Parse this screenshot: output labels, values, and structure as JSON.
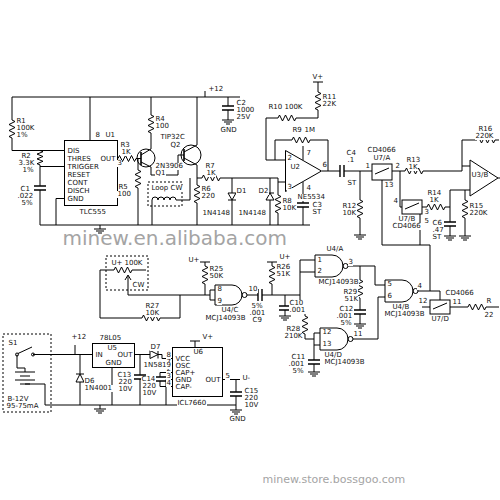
{
  "diagram": {
    "nodes": [
      {
        "text": [
          "8",
          "DIS",
          "THRES",
          "TRIGGER",
          "RESET",
          "CONT",
          "DISCH",
          "GND",
          "OUT",
          "U1",
          "TLC555"
        ]
      },
      {
        "text": [
          "U2",
          "NE5534"
        ]
      },
      {
        "text": [
          "U5",
          "78L05",
          "IN",
          "OUT",
          "GND"
        ]
      },
      {
        "text": [
          "U6",
          "VCC",
          "OSC",
          "CAP+",
          "GND",
          "CAP-",
          "OUT",
          "8",
          "7",
          "2",
          "3",
          "4",
          "5",
          "ICL7660"
        ]
      }
    ],
    "labels": [
      "R1",
      "100K",
      "1%",
      "R2",
      "3.3K",
      "1%",
      "C1",
      ".022",
      "5%",
      "3",
      "R3",
      "1K",
      "2N3906",
      "Q1",
      "R4",
      "100",
      "R5",
      "100",
      "TIP32C",
      "Q2",
      "+12",
      "C2",
      "1000",
      "25V",
      "GND",
      "Loop",
      "CW",
      "R6",
      "220",
      "R7",
      "1K",
      "D1",
      "1N4148",
      "D2",
      "1N4148",
      "V+",
      "R11",
      "22K",
      "R10",
      "100K",
      "R9",
      "1M",
      "2",
      "3",
      "7",
      "4",
      "6",
      "R8",
      "10K",
      "C3",
      "ST",
      "C4",
      ".1",
      "ST",
      "CD4066",
      "U7/A",
      "1",
      "2",
      "13",
      "R12",
      "10K",
      "R13",
      "1K",
      "U3/B",
      "R16",
      "220K",
      "4",
      "U7/B",
      "CD4066",
      "3",
      "5",
      "R14",
      "1K",
      "C6",
      ".47",
      "ST",
      "R15",
      "220K",
      "minew.en.alibaba.com",
      "U+",
      "100K",
      "CW",
      "U+",
      "R25",
      "50K",
      "8",
      "9",
      "10",
      "U4/C",
      "MCJ14093B",
      "R27",
      "10K",
      "5%",
      ".001",
      "C9",
      "U+",
      "R26",
      "51K",
      "C10",
      ".001",
      "1",
      "2",
      "3",
      "U4/A",
      "MCJ14093B",
      "R28",
      "210K",
      "12",
      "13",
      "11",
      "U4/D",
      "MCJ14093B",
      "C11",
      ".001",
      "5%",
      "R29",
      "51K",
      "C12",
      ".001",
      "5%",
      "5",
      "6",
      "4",
      "U4/B",
      "MCJ14093B",
      "CD4066",
      "U7/D",
      "12",
      "11",
      "R",
      "22",
      "S1",
      "+12",
      "B-12V",
      "95-75mA",
      "D6",
      "1N4001",
      "C13",
      "220",
      "10V",
      "D7",
      "1N5819",
      "C14",
      "220",
      "10V",
      "V+",
      "U-",
      "C15",
      "220",
      "10V",
      "GND",
      "minew.store.bossgoo.com"
    ]
  }
}
